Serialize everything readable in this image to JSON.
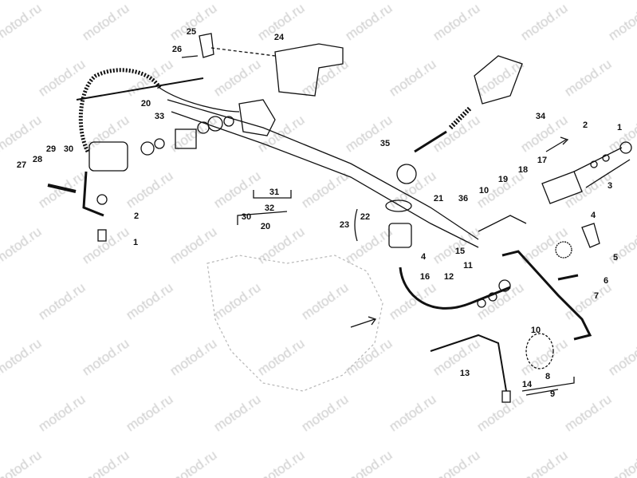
{
  "watermark": "motod.ru",
  "callouts": [
    "25",
    "24",
    "26",
    "20",
    "33",
    "29",
    "30",
    "28",
    "27",
    "2",
    "1",
    "31",
    "32",
    "30",
    "20",
    "34",
    "35",
    "2",
    "1",
    "17",
    "18",
    "19",
    "10",
    "36",
    "21",
    "3",
    "22",
    "23",
    "4",
    "4",
    "15",
    "11",
    "5",
    "16",
    "12",
    "6",
    "7",
    "10",
    "13",
    "8",
    "14",
    "9"
  ]
}
